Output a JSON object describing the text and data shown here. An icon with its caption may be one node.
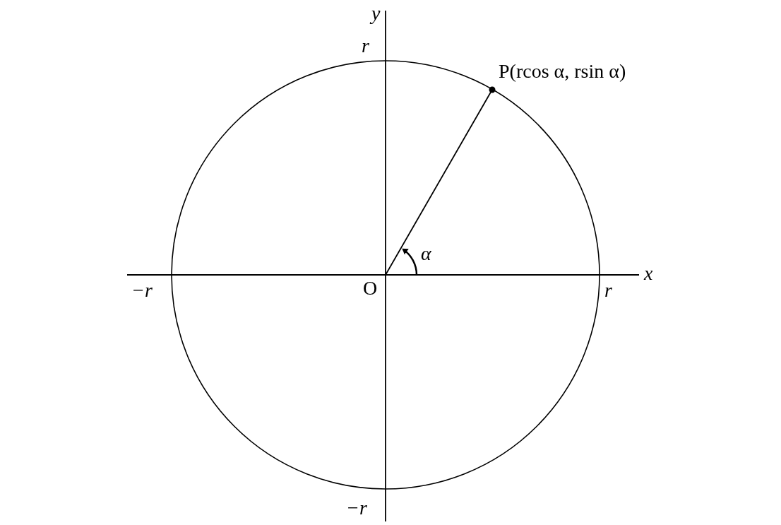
{
  "diagram": {
    "nodes": [
      {
        "text": [
          "O"
        ]
      },
      {
        "text": [
          "P(rcos α, rsin α)"
        ]
      }
    ],
    "edges": [
      {
        "from": 0,
        "to": 1,
        "arrow": "none"
      }
    ],
    "labels": [
      "y",
      "r",
      "α",
      "x",
      "−r",
      "r",
      "−r"
    ]
  }
}
